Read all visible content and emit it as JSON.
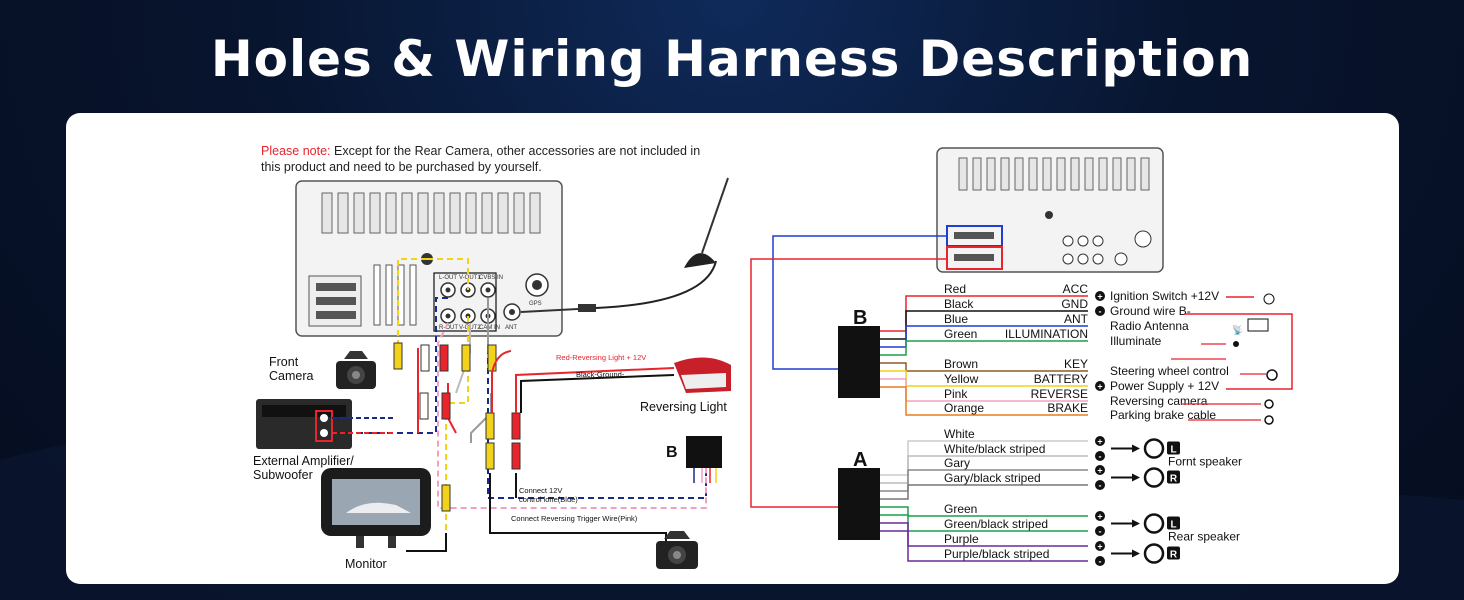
{
  "title": "Holes & Wiring Harness Description",
  "note": {
    "highlight": "Please note:",
    "text": "Except for the Rear Camera, other accessories are not included in this product and need to be purchased by yourself."
  },
  "left_labels": {
    "front_camera_1": "Front",
    "front_camera_2": "Camera",
    "amplifier_1": "External Amplifier/",
    "amplifier_2": "Subwoofer",
    "monitor": "Monitor",
    "reversing_light": "Reversing Light",
    "red_wire": "Red-Reversing Light + 12V",
    "black_wire": "Black-Ground-",
    "connect_12v_1": "Connect 12V",
    "connect_12v_2": "control lone(Blue)",
    "connect_trigger": "Connect Reversing Trigger Wire(Pink)",
    "connector_b": "B"
  },
  "port_labels": {
    "lout": "L-OUT",
    "vout1": "V-OUT1",
    "cvbsin": "CVBS IN",
    "rout": "R-OUT",
    "vout2": "V-OUT2",
    "camin": "CAM IN",
    "ant": "ANT",
    "gps": "GPS"
  },
  "connector_b": {
    "label": "B",
    "wires": [
      {
        "color": "Red",
        "func": "ACC",
        "hex": "#e8242c",
        "polarity": "+",
        "desc": "Ignition Switch +12V",
        "icon": "ignition-icon"
      },
      {
        "color": "Black",
        "func": "GND",
        "hex": "#111111",
        "polarity": "-",
        "desc": "Ground wire B-",
        "icon": "battery-icon"
      },
      {
        "color": "Blue",
        "func": "ANT",
        "hex": "#1f3fd0",
        "polarity": "",
        "desc": "Radio Antenna",
        "icon": "antenna-icon"
      },
      {
        "color": "Green",
        "func": "ILLUMINATION",
        "hex": "#1aa04a",
        "polarity": "",
        "desc": "Illuminate",
        "icon": "headlight-icon"
      },
      {
        "color": "Brown",
        "func": "KEY",
        "hex": "#8a5a2b",
        "polarity": "",
        "desc": "Steering wheel control",
        "icon": "steering-wheel-icon"
      },
      {
        "color": "Yellow",
        "func": "BATTERY",
        "hex": "#f2d21a",
        "polarity": "+",
        "desc": "Power Supply + 12V",
        "icon": ""
      },
      {
        "color": "Pink",
        "func": "REVERSE",
        "hex": "#f3a0c0",
        "polarity": "",
        "desc": "Reversing camera",
        "icon": "camera-icon"
      },
      {
        "color": "Orange",
        "func": "BRAKE",
        "hex": "#e87d1e",
        "polarity": "",
        "desc": "Parking brake cable",
        "icon": "brake-icon"
      }
    ]
  },
  "connector_a": {
    "label": "A",
    "wires": [
      {
        "name": "White",
        "hex": "#cccccc",
        "polarity": "+"
      },
      {
        "name": "White/black striped",
        "hex": "#bbbbbb",
        "polarity": "-"
      },
      {
        "name": "Gary",
        "hex": "#888888",
        "polarity": "+"
      },
      {
        "name": "Gary/black striped",
        "hex": "#777777",
        "polarity": "-"
      },
      {
        "name": "Green",
        "hex": "#1aa04a",
        "polarity": "+"
      },
      {
        "name": "Green/black striped",
        "hex": "#1aa04a",
        "polarity": "-"
      },
      {
        "name": "Purple",
        "hex": "#6a2a9a",
        "polarity": "+"
      },
      {
        "name": "Purple/black striped",
        "hex": "#6a2a9a",
        "polarity": "-"
      }
    ],
    "speakers": [
      {
        "side": "L",
        "label": "Fornt speaker"
      },
      {
        "side": "R",
        "label": ""
      },
      {
        "side": "L",
        "label": "Rear speaker"
      },
      {
        "side": "R",
        "label": ""
      }
    ]
  },
  "colors": {
    "accent_red": "#e8242c",
    "accent_blue": "#1f3fd0",
    "dash_yellow": "#f2d21a",
    "dash_navy": "#1a2a8a"
  }
}
